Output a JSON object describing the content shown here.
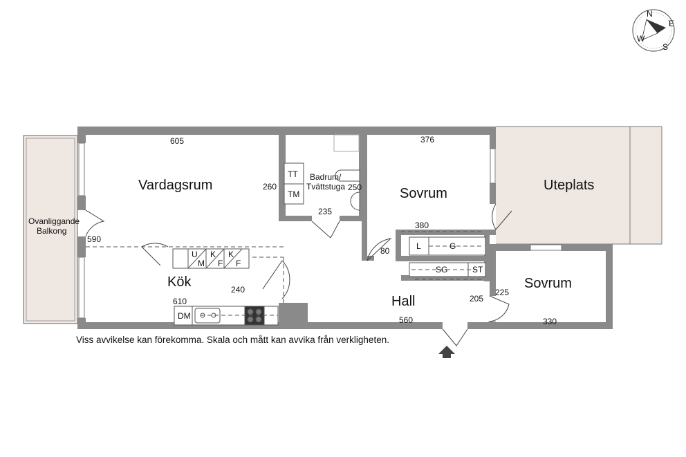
{
  "rooms": {
    "vardagsrum": "Vardagsrum",
    "kok": "Kök",
    "badrum_line1": "Badrum/",
    "badrum_line2": "Tvättstuga",
    "sovrum_1": "Sovrum",
    "sovrum_2": "Sovrum",
    "uteplats": "Uteplats",
    "hall": "Hall",
    "balkong_line1": "Ovanliggande",
    "balkong_line2": "Balkong"
  },
  "dimensions": {
    "vardagsrum_width": "605",
    "vardagsrum_depth": "590",
    "kok_width": "610",
    "kok_depth": "240",
    "badrum_depth": "260",
    "badrum_side": "250",
    "badrum_width": "235",
    "sovrum1_width": "376",
    "closet_width": "380",
    "hall_opening": "80",
    "hall_width": "560",
    "hall_passage": "205",
    "sovrum2_depth": "225",
    "sovrum2_width": "330"
  },
  "fixtures": {
    "tt": "TT",
    "tm": "TM",
    "u": "U",
    "m": "M",
    "k1": "K",
    "f1": "F",
    "k2": "K",
    "f2": "F",
    "dm": "DM",
    "l": "L",
    "g": "G",
    "sg": "SG",
    "st": "ST"
  },
  "compass": {
    "n": "N",
    "e": "E",
    "s": "S",
    "w": "W"
  },
  "disclaimer": "Viss avvikelse kan förekomma. Skala och mått kan avvika från verkligheten.",
  "colors": {
    "wall": "#8a8a8a",
    "terrace": "#efe7e2",
    "line": "#555555"
  }
}
